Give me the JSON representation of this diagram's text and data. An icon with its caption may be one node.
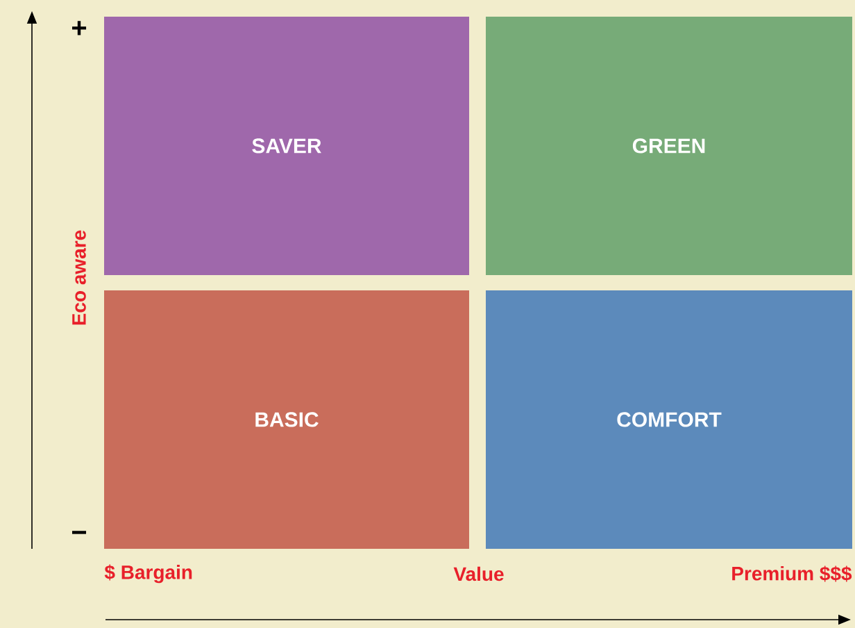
{
  "diagram": {
    "nodes": [
      {
        "text": [
          "SAVER"
        ]
      },
      {
        "text": [
          "GREEN"
        ]
      },
      {
        "text": [
          "BASIC"
        ]
      },
      {
        "text": [
          "COMFORT"
        ]
      }
    ],
    "labels": [
      "+",
      "Eco aware",
      "−",
      "$ Bargain",
      "Value",
      "Premium $$$"
    ]
  }
}
